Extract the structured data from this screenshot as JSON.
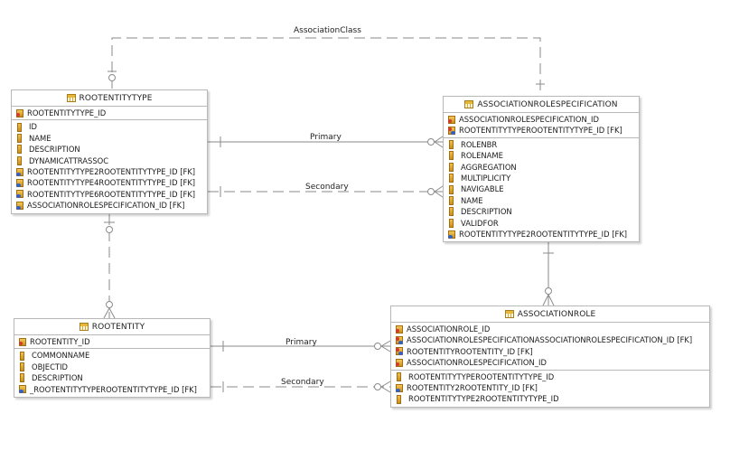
{
  "entities": {
    "rootentitytype": {
      "name": "ROOTENTITYTYPE",
      "pk_columns": [
        {
          "name": "ROOTENTITYTYPE_ID",
          "kind": "pk"
        }
      ],
      "columns": [
        {
          "name": "ID",
          "kind": "col"
        },
        {
          "name": "NAME",
          "kind": "col"
        },
        {
          "name": "DESCRIPTION",
          "kind": "col"
        },
        {
          "name": "DYNAMICATTRASSOC",
          "kind": "col"
        },
        {
          "name": "ROOTENTITYTYPE2ROOTENTITYTYPE_ID [FK]",
          "kind": "fk"
        },
        {
          "name": "ROOTENTITYTYPE4ROOTENTITYTYPE_ID [FK]",
          "kind": "fk"
        },
        {
          "name": "ROOTENTITYTYPE6ROOTENTITYTYPE_ID [FK]",
          "kind": "fk"
        },
        {
          "name": "ASSOCIATIONROLESPECIFICATION_ID [FK]",
          "kind": "fk"
        }
      ]
    },
    "associationrolespecification": {
      "name": "ASSOCIATIONROLESPECIFICATION",
      "pk_columns": [
        {
          "name": "ASSOCIATIONROLESPECIFICATION_ID",
          "kind": "pk"
        },
        {
          "name": "ROOTENTITYTYPEROOTENTITYTYPE_ID [FK]",
          "kind": "pfk"
        }
      ],
      "columns": [
        {
          "name": "ROLENBR",
          "kind": "col"
        },
        {
          "name": "ROLENAME",
          "kind": "col"
        },
        {
          "name": "AGGREGATION",
          "kind": "col"
        },
        {
          "name": "MULTIPLICITY",
          "kind": "col"
        },
        {
          "name": "NAVIGABLE",
          "kind": "col"
        },
        {
          "name": "NAME",
          "kind": "col"
        },
        {
          "name": "DESCRIPTION",
          "kind": "col"
        },
        {
          "name": "VALIDFOR",
          "kind": "col"
        },
        {
          "name": "ROOTENTITYTYPE2ROOTENTITYTYPE_ID [FK]",
          "kind": "fk"
        }
      ]
    },
    "rootentity": {
      "name": "ROOTENTITY",
      "pk_columns": [
        {
          "name": "ROOTENTITY_ID",
          "kind": "pk"
        }
      ],
      "columns": [
        {
          "name": "COMMONNAME",
          "kind": "col"
        },
        {
          "name": "OBJECTID",
          "kind": "col"
        },
        {
          "name": "DESCRIPTION",
          "kind": "col"
        },
        {
          "name": "_ROOTENTITYTYPEROOTENTITYTYPE_ID [FK]",
          "kind": "fk"
        }
      ]
    },
    "associationrole": {
      "name": "ASSOCIATIONROLE",
      "pk_columns": [
        {
          "name": "ASSOCIATIONROLE_ID",
          "kind": "pk"
        },
        {
          "name": "ASSOCIATIONROLESPECIFICATIONASSOCIATIONROLESPECIFICATION_ID [FK]",
          "kind": "pfk"
        },
        {
          "name": "ROOTENTITYROOTENTITY_ID [FK]",
          "kind": "pfk"
        },
        {
          "name": "ASSOCIATIONROLESPECIFICATION_ID",
          "kind": "pk"
        }
      ],
      "columns": [
        {
          "name": "ROOTENTITYTYPEROOTENTITYTYPE_ID",
          "kind": "col"
        },
        {
          "name": "ROOTENTITY2ROOTENTITY_ID [FK]",
          "kind": "fk"
        },
        {
          "name": "ROOTENTITYTYPE2ROOTENTITYTYPE_ID",
          "kind": "col"
        }
      ]
    }
  },
  "relationships": {
    "association_class": "AssociationClass",
    "type_primary": "Primary",
    "type_secondary": "Secondary",
    "entity_primary": "Primary",
    "entity_secondary": "Secondary"
  },
  "colors": {
    "line": "#8a8a8a",
    "border": "#b8b8b8",
    "pk_marker": "#d23b2b",
    "fk_marker": "#2f62c8"
  }
}
